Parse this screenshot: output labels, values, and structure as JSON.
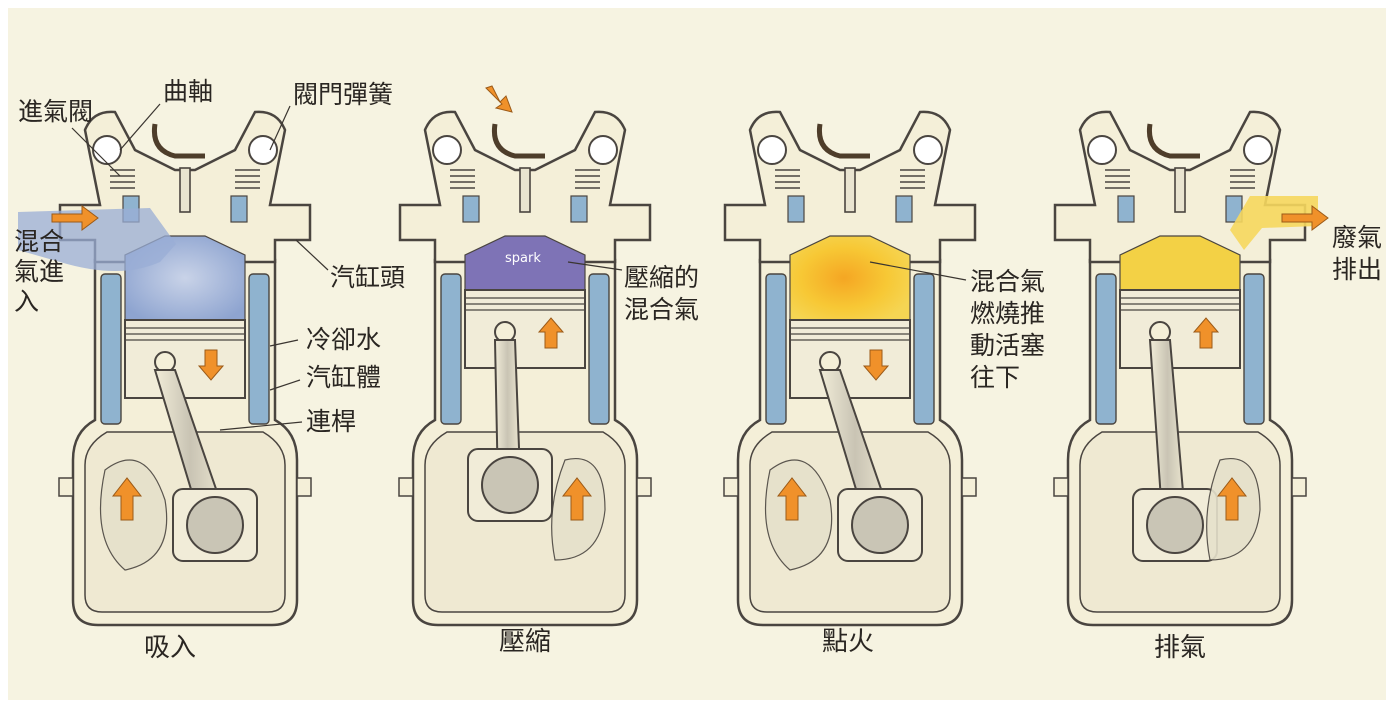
{
  "labels": {
    "intake_valve": "進氣閥",
    "crankshaft": "曲軸",
    "valve_spring": "閥門彈簧",
    "mixture_in": [
      "混合",
      "氣進",
      "入"
    ],
    "cylinder_head": "汽缸頭",
    "coolant": "冷卻水",
    "cylinder_block": "汽缸體",
    "connecting_rod": "連桿",
    "compressed_mixture": [
      "壓縮的",
      "混合氣"
    ],
    "spark": "spark",
    "combustion": [
      "混合氣",
      "燃燒推",
      "動活塞",
      "往下"
    ],
    "exhaust_out": [
      "廢氣",
      "排出"
    ]
  },
  "strokes": [
    {
      "caption": "吸入",
      "piston": "down",
      "chamber_color": "#a9b9da"
    },
    {
      "caption": "壓縮",
      "piston": "up",
      "chamber_color": "#7e73b6"
    },
    {
      "caption": "點火",
      "piston": "down",
      "chamber_color": "#f3c433"
    },
    {
      "caption": "排氣",
      "piston": "up",
      "chamber_color": "#f3d145"
    }
  ],
  "colors": {
    "background": "#f6f3e1",
    "outline": "#4a4540",
    "water": "#8fb3cf",
    "arrow": "#f0912a"
  }
}
